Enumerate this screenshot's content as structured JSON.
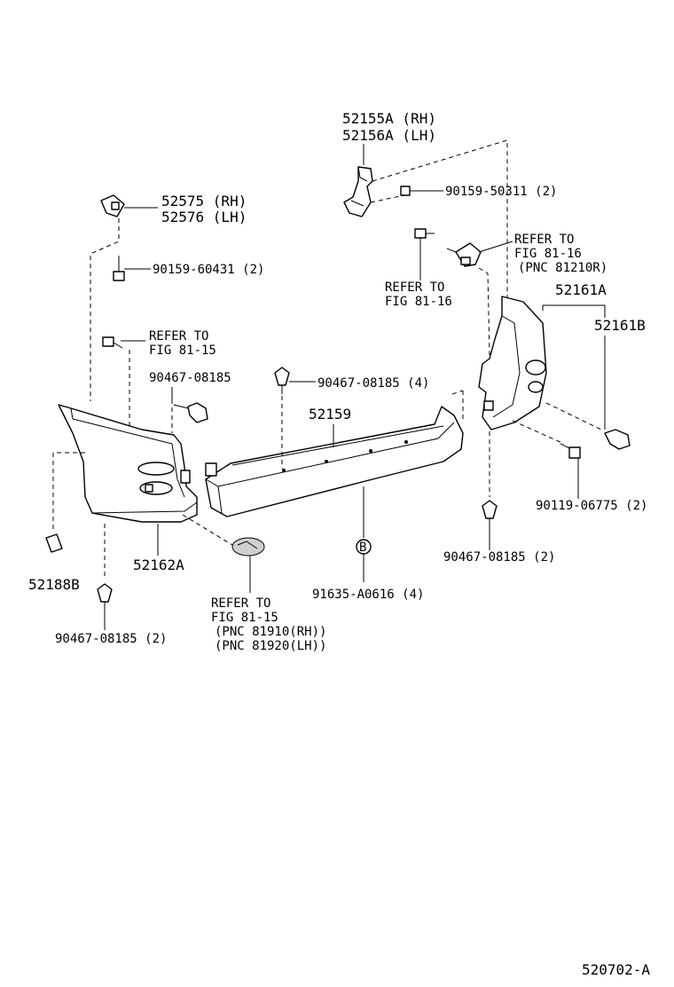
{
  "labels": {
    "l_52155a": "52155A (RH)",
    "l_52156a": "52156A (LH)",
    "l_90159_50311": "90159-50311 (2)",
    "l_52575": "52575 (RH)",
    "l_52576": "52576 (LH)",
    "l_90159_60431": "90159-60431 (2)",
    "refer_8116_a": "REFER TO",
    "refer_8116_b": "FIG 81-16",
    "refer_8116_c": "(PNC 81210R)",
    "refer_8116b_a": "REFER TO",
    "refer_8116b_b": "FIG 81-16",
    "l_52161a": "52161A",
    "l_52161b": "52161B",
    "refer_8115_a": "REFER TO",
    "refer_8115_b": "FIG 81-15",
    "l_90467_08185_left": "90467-08185",
    "l_90467_08185_4": "90467-08185 (4)",
    "l_52159": "52159",
    "l_90119_06775": "90119-06775 (2)",
    "l_90467_08185_2r": "90467-08185 (2)",
    "l_b_marker": "B",
    "l_91635": "91635-A0616 (4)",
    "l_52188b": "52188B",
    "l_52162a": "52162A",
    "refer_8115b_a": "REFER TO",
    "refer_8115b_b": "FIG 81-15",
    "refer_8115b_c": "(PNC 81910(RH))",
    "refer_8115b_d": "(PNC 81920(LH))",
    "l_90467_08185_2l": "90467-08185 (2)",
    "diagram_id": "520702-A"
  }
}
